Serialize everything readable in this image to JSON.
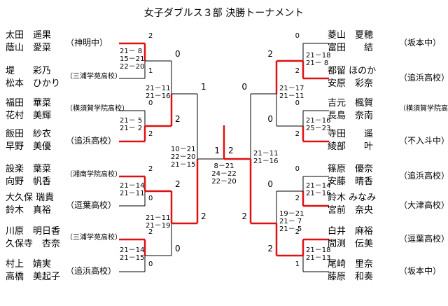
{
  "title": "女子ダブルス３部 決勝トーナメント",
  "left_entries": [
    {
      "p1": "太田　遥果",
      "p2": "蔭山　愛菜",
      "team": "（神明中）"
    },
    {
      "p1": "堤　　彩乃",
      "p2": "松本　ひかり",
      "team": "（三浦学苑高校）"
    },
    {
      "p1": "福田　華菜",
      "p2": "花村　美輝",
      "team": "（横須賀学院高校）"
    },
    {
      "p1": "飯田　紗衣",
      "p2": "早野　美優",
      "team": "（追浜高校）"
    },
    {
      "p1": "設楽　葉菜",
      "p2": "向野　帆香",
      "team": "（湘南学院高校）"
    },
    {
      "p1": "大久保 瑞貴",
      "p2": "鈴木　真裕",
      "team": "（逗葉高校）"
    },
    {
      "p1": "川原　明日香",
      "p2": "久保寺　杏奈",
      "team": "（三浦学苑高校）"
    },
    {
      "p1": "村上　婧実",
      "p2": "高橋　美起子",
      "team": "（追浜高校）"
    }
  ],
  "right_entries": [
    {
      "p1": "菱山　夏穂",
      "p2": "富田　　結",
      "team": "（坂本中）"
    },
    {
      "p1": "都留 ほのか",
      "p2": "安原　彩奈",
      "team": "（追浜高校）"
    },
    {
      "p1": "吉元　楓賀",
      "p2": "長島　奈南",
      "team": "（横須賀学院高校）"
    },
    {
      "p1": "寺田　　遥",
      "p2": "綾部　　叶",
      "team": "（不入斗中）"
    },
    {
      "p1": "篠原　優奈",
      "p2": "安藤　晴香",
      "team": "（追浜高校）"
    },
    {
      "p1": "鈴木 みなみ",
      "p2": "宮前　奈央",
      "team": "（大津高校）"
    },
    {
      "p1": "白井　麻裕",
      "p2": "間渕　伝美",
      "team": "（逗葉高校）"
    },
    {
      "p1": "尾崎　里奈",
      "p2": "藤原　和奏",
      "team": "（坂本中）"
    }
  ],
  "left_r1": [
    {
      "top": "2",
      "bottom": "1",
      "sets": [
        "21－ 8",
        "15－21",
        "22－20"
      ]
    },
    {
      "top": "0",
      "bottom": "2",
      "sets": [
        "21－ 5",
        "21－ 2"
      ]
    },
    {
      "top": "2",
      "bottom": "0",
      "sets": [
        "21－14",
        "21－11"
      ]
    },
    {
      "top": "2",
      "bottom": "0",
      "sets": [
        "21－14",
        "21－15"
      ]
    }
  ],
  "left_r2": [
    {
      "top": "0",
      "bottom": "2",
      "sets": [
        "21－11",
        "21－16"
      ]
    },
    {
      "top": "2",
      "bottom": "0",
      "sets": [
        "21－11",
        "21－19"
      ]
    }
  ],
  "left_r3": {
    "top": "1",
    "bottom": "2",
    "sets": [
      "10－21",
      "22－20",
      "21－15"
    ]
  },
  "right_r1": [
    {
      "top": "0",
      "bottom": "2",
      "sets": [
        "21－18",
        "21－ 8"
      ]
    },
    {
      "top": "0",
      "bottom": "2",
      "sets": [
        "21－16",
        "25－23"
      ]
    },
    {
      "top": "0",
      "bottom": "2",
      "sets": [
        "21－14",
        "21－16"
      ]
    },
    {
      "top": "2",
      "bottom": "1",
      "sets": [
        "21－18",
        "21－13"
      ]
    }
  ],
  "right_r2": [
    {
      "top": "2",
      "bottom": "0",
      "sets": [
        "21－17",
        "21－11"
      ]
    },
    {
      "top": "0",
      "bottom": "2",
      "sets": [
        "19－21",
        "21－ 7",
        "21－ 5"
      ]
    }
  ],
  "right_r3": {
    "top": "0",
    "bottom": "2",
    "sets": [
      "21－11",
      "21－16"
    ]
  },
  "final": {
    "left": "1",
    "right": "2",
    "sets": [
      "8－21",
      "24－22",
      "22－20"
    ]
  }
}
